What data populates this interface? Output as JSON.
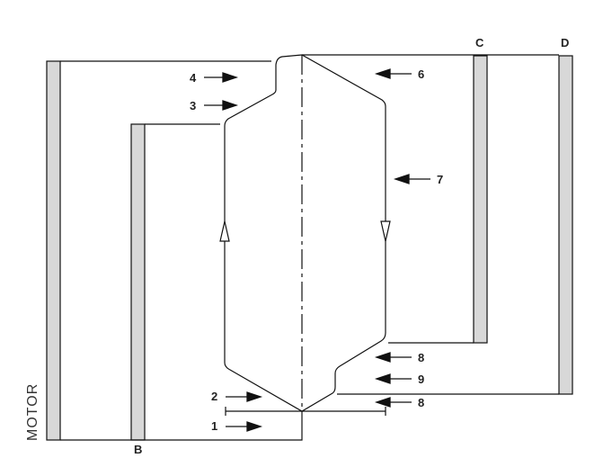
{
  "labels": {
    "motor": "MOTOR",
    "b": "B",
    "c": "C",
    "d": "D"
  },
  "steps": [
    "1",
    "2",
    "3",
    "4",
    "6",
    "7",
    "8",
    "9",
    "8"
  ],
  "colors": {
    "bar_fill": "#d8d8d8",
    "line": "#111111"
  }
}
